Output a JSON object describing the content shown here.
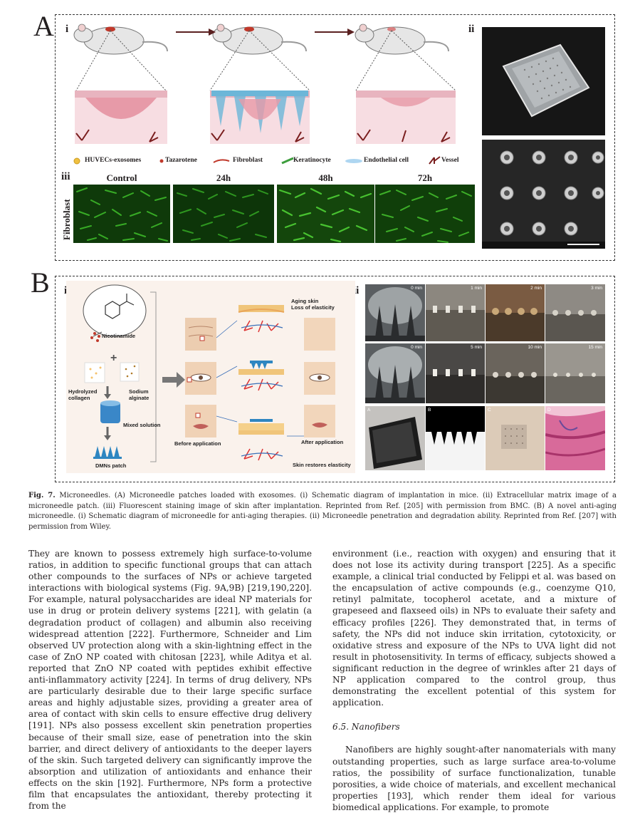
{
  "figure": {
    "panelA": {
      "letter": "A",
      "sub_i": "i",
      "sub_ii": "ii",
      "sub_iii": "iii",
      "legend": [
        "HUVECs-exosomes",
        "Tazarotene",
        "Fibroblast",
        "Keratinocyte",
        "Endothelial cell",
        "Vessel"
      ],
      "time_labels": [
        "Control",
        "24h",
        "48h",
        "72h"
      ],
      "row_label": "Fibroblast"
    },
    "panelB": {
      "letter": "B",
      "sub_i": "i",
      "sub_ii": "ii",
      "labels": {
        "nicotinamide": "Nicotinamide",
        "hydrolyzed_collagen": "Hydrolyzed collagen",
        "sodium_alginate": "Sodium alginate",
        "mixed_solution": "Mixed solution",
        "dmns_patch": "DMNs patch",
        "aging_skin": "Aging skin",
        "loss_elasticity": "Loss of elasticity",
        "before_application": "Before application",
        "after_application": "After application",
        "skin_restores": "Skin restores elasticity"
      },
      "timestamps_row1": [
        "0 min",
        "1 min",
        "2 min",
        "3 min"
      ],
      "timestamps_row2": [
        "0 min",
        "5 min",
        "10 min",
        "15 min"
      ],
      "photo_letters": [
        "A",
        "B",
        "C",
        "D"
      ]
    }
  },
  "caption": {
    "label": "Fig. 7.",
    "text": "Microneedles. (A) Microneedle patches loaded with exosomes. (i) Schematic diagram of implantation in mice. (ii) Extracellular matrix image of a microneedle patch. (iii) Fluorescent staining image of skin after implantation. Reprinted from Ref. [205] with permission from BMC. (B) A novel anti-aging microneedle. (i) Schematic diagram of microneedle for anti-aging therapies. (ii) Microneedle penetration and degradation ability. Reprinted from Ref. [207] with permission from Wiley."
  },
  "body": {
    "left_column": "They are known to possess extremely high surface-to-volume ratios, in addition to specific functional groups that can attach other compounds to the surfaces of NPs or achieve targeted interactions with biological systems (Fig. 9A,9B) [219,190,220]. For example, natural polysaccharides are ideal NP materials for use in drug or protein delivery systems [221], with gelatin (a degradation product of collagen) and albumin also receiving widespread attention [222]. Furthermore, Schneider and Lim observed UV protection along with a skin-lightning effect in the case of ZnO NP coated with chitosan [223], while Aditya et al. reported that ZnO NP coated with peptides exhibit effective anti-inflammatory activity [224]. In terms of drug delivery, NPs are particularly desirable due to their large specific surface areas and highly adjustable sizes, providing a greater area of area of contact with skin cells to ensure effective drug delivery [191]. NPs also possess excellent skin penetration properties because of their small size, ease of penetration into the skin barrier, and direct delivery of antioxidants to the deeper layers of the skin. Such targeted delivery can significantly improve the absorption and utilization of antioxidants and enhance their effects on the skin [192]. Furthermore, NPs form a protective film that encapsulates the antioxidant, thereby protecting it from the",
    "right_column_p1": "environment (i.e., reaction with oxygen) and ensuring that it does not lose its activity during transport [225]. As a specific example, a clinical trial conducted by Felippi et al. was based on the encapsulation of active compounds (e.g., coenzyme Q10, retinyl palmitate, tocopherol acetate, and a mixture of grapeseed and flaxseed oils) in NPs to evaluate their safety and efficacy profiles [226]. They demonstrated that, in terms of safety, the NPs did not induce skin irritation, cytotoxicity, or oxidative stress and exposure of the NPs to UVA light did not result in photosensitivity. In terms of efficacy, subjects showed a significant reduction in the degree of wrinkles after 21 days of NP application compared to the control group, thus demonstrating the excellent potential of this system for application.",
    "section_heading": "6.5. Nanofibers",
    "right_column_p2": "Nanofibers are highly sought-after nanomaterials with many outstanding properties, such as large surface area-to-volume ratios, the possibility of surface functionalization, tunable porosities, a wide choice of materials, and excellent mechanical properties [193], which render them ideal for various biomedical applications. For example, to promote"
  }
}
